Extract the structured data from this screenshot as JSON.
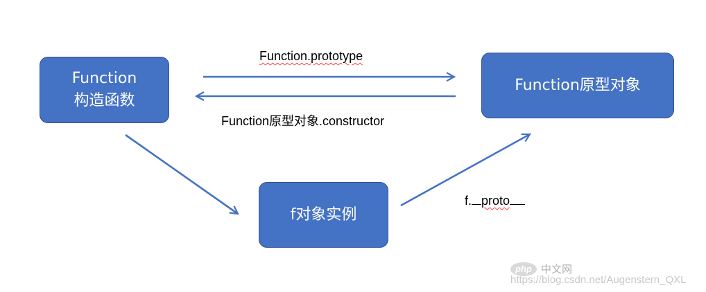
{
  "nodes": {
    "constructor": {
      "line1": "Function",
      "line2": "构造函数"
    },
    "prototype_object": {
      "label": "Function原型对象"
    },
    "instance": {
      "label": "f对象实例"
    }
  },
  "edges": {
    "prototype": "Function.prototype",
    "constructor": "Function原型对象.constructor",
    "proto": {
      "prefix": "f.",
      "name": "proto"
    }
  },
  "watermark": {
    "logo": "php",
    "site": "中文网",
    "url": "https://blog.csdn.net/Augenstern_QXL"
  },
  "colors": {
    "node_fill": "#4472c4",
    "node_border": "#2f528f",
    "arrow": "#4472c4"
  }
}
